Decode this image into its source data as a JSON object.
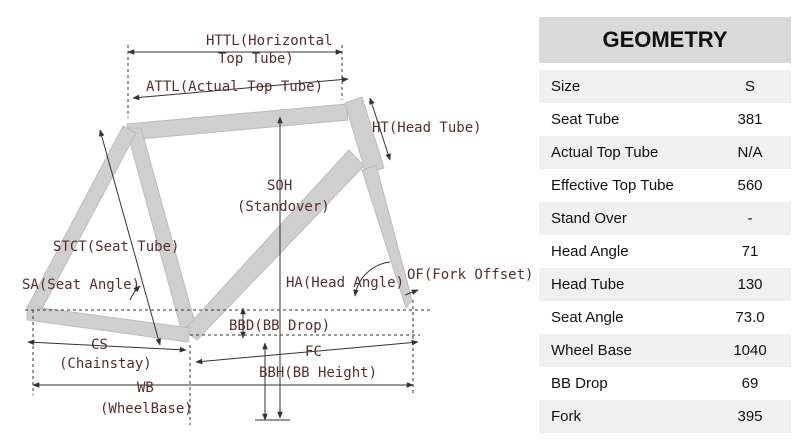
{
  "diagram": {
    "labels": {
      "httl_1": "HTTL(Horizontal",
      "httl_2": "Top Tube)",
      "attl": "ATTL(Actual Top Tube)",
      "ht": "HT(Head Tube)",
      "soh_1": "SOH",
      "soh_2": "(Standover)",
      "stct": "STCT(Seat Tube)",
      "sa": "SA(Seat Angle)",
      "ha": "HA(Head Angle)",
      "of": "OF(Fork Offset)",
      "bbd": "BBD(BB Drop)",
      "cs_1": "CS",
      "cs_2": "(Chainstay)",
      "fc": "FC",
      "bbh": "BBH(BB Height)",
      "wb_1": "WB",
      "wb_2": "(WheelBase)"
    },
    "colors": {
      "label": "#5a2d2a",
      "frame": "#cfcfcf",
      "line": "#333333"
    }
  },
  "table": {
    "title": "GEOMETRY",
    "rows": [
      {
        "label": "Size",
        "value": "S"
      },
      {
        "label": "Seat Tube",
        "value": "381"
      },
      {
        "label": "Actual Top Tube",
        "value": "N/A"
      },
      {
        "label": "Effective Top Tube",
        "value": "560"
      },
      {
        "label": "Stand Over",
        "value": "-"
      },
      {
        "label": "Head Angle",
        "value": "71"
      },
      {
        "label": "Head Tube",
        "value": "130"
      },
      {
        "label": "Seat Angle",
        "value": "73.0"
      },
      {
        "label": "Wheel Base",
        "value": "1040"
      },
      {
        "label": "BB Drop",
        "value": "69"
      },
      {
        "label": "Fork",
        "value": "395"
      }
    ]
  }
}
